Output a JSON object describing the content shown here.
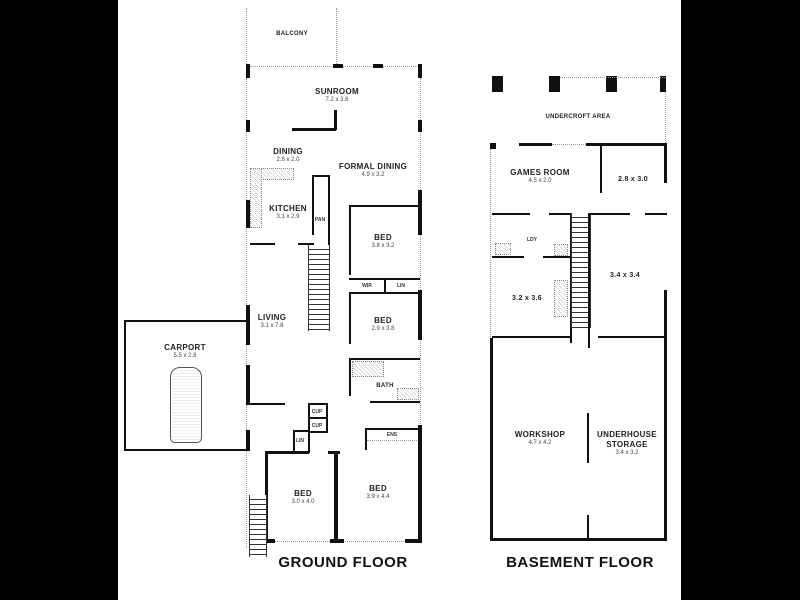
{
  "plan": {
    "ground_floor": {
      "title": "GROUND FLOOR",
      "rooms": {
        "balcony": {
          "label": "BALCONY"
        },
        "sunroom": {
          "label": "SUNROOM",
          "dim": "7.2 x 3.6"
        },
        "dining": {
          "label": "DINING",
          "dim": "2.8 x 2.0"
        },
        "formal_dining": {
          "label": "FORMAL DINING",
          "dim": "4.9 x 3.2"
        },
        "kitchen": {
          "label": "KITCHEN",
          "dim": "3.1 x 2.9"
        },
        "bed1": {
          "label": "BED",
          "dim": "3.8 x 3.2"
        },
        "living": {
          "label": "LIVING",
          "dim": "3.1 x 7.8"
        },
        "bed2": {
          "label": "BED",
          "dim": "2.9 x 3.8"
        },
        "bath": {
          "label": "BATH"
        },
        "carport": {
          "label": "CARPORT",
          "dim": "5.5 x 2.8"
        },
        "bed3": {
          "label": "BED",
          "dim": "3.0 x 4.0"
        },
        "bed4": {
          "label": "BED",
          "dim": "3.9 x 4.4"
        }
      },
      "fixtures": {
        "wir": "WIR",
        "lin": "LIN",
        "pan": "PAN",
        "cup1": "CUP",
        "cup2": "CUP",
        "lin2": "LIN",
        "ens": "ENS"
      }
    },
    "basement_floor": {
      "title": "BASEMENT FLOOR",
      "rooms": {
        "undercroft": {
          "label": "UNDERCROFT AREA"
        },
        "games_room": {
          "label": "GAMES ROOM",
          "dim": "4.5 x 2.0"
        },
        "room_a": {
          "dim": "2.8 x 3.0"
        },
        "room_b": {
          "dim": "3.2 x 3.6"
        },
        "room_c": {
          "dim": "3.4 x 3.4"
        },
        "workshop": {
          "label": "WORKSHOP",
          "dim": "4.7 x 4.2"
        },
        "storage": {
          "label": "UNDERHOUSE",
          "label2": "STORAGE",
          "dim": "3.4 x 3.2"
        }
      },
      "fixtures": {
        "ldy": "LDY"
      }
    }
  }
}
